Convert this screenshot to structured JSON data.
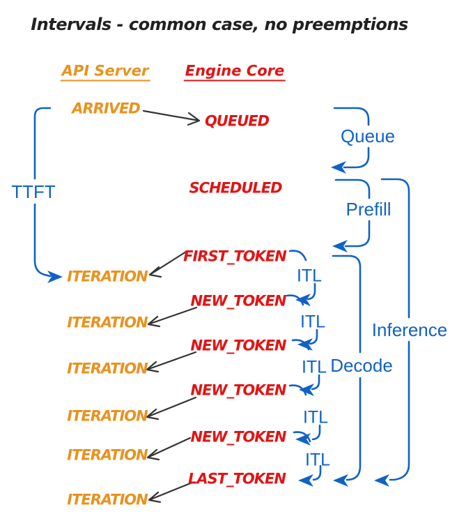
{
  "colors": {
    "orange": "#E8921E",
    "red": "#E21414",
    "blue": "#1062C6",
    "ink": "#212121",
    "arrow": "#333333",
    "bg": "#FFFFFF"
  },
  "title": "Intervals - common case, no preemptions",
  "columns": {
    "api_server": "API Server",
    "engine_core": "Engine Core"
  },
  "api_events": {
    "arrived": "ARRIVED",
    "iterations": [
      "ITERATION",
      "ITERATION",
      "ITERATION",
      "ITERATION",
      "ITERATION",
      "ITERATION"
    ]
  },
  "engine_events": {
    "queued": "QUEUED",
    "scheduled": "SCHEDULED",
    "first_token": "FIRST_TOKEN",
    "new_tokens": [
      "NEW_TOKEN",
      "NEW_TOKEN",
      "NEW_TOKEN",
      "NEW_TOKEN"
    ],
    "last_token": "LAST_TOKEN"
  },
  "intervals": {
    "ttft": "TTFT",
    "queue": "Queue",
    "prefill": "Prefill",
    "inference": "Inference",
    "decode": "Decode",
    "itl": [
      "ITL",
      "ITL",
      "ITL",
      "ITL",
      "ITL"
    ]
  }
}
